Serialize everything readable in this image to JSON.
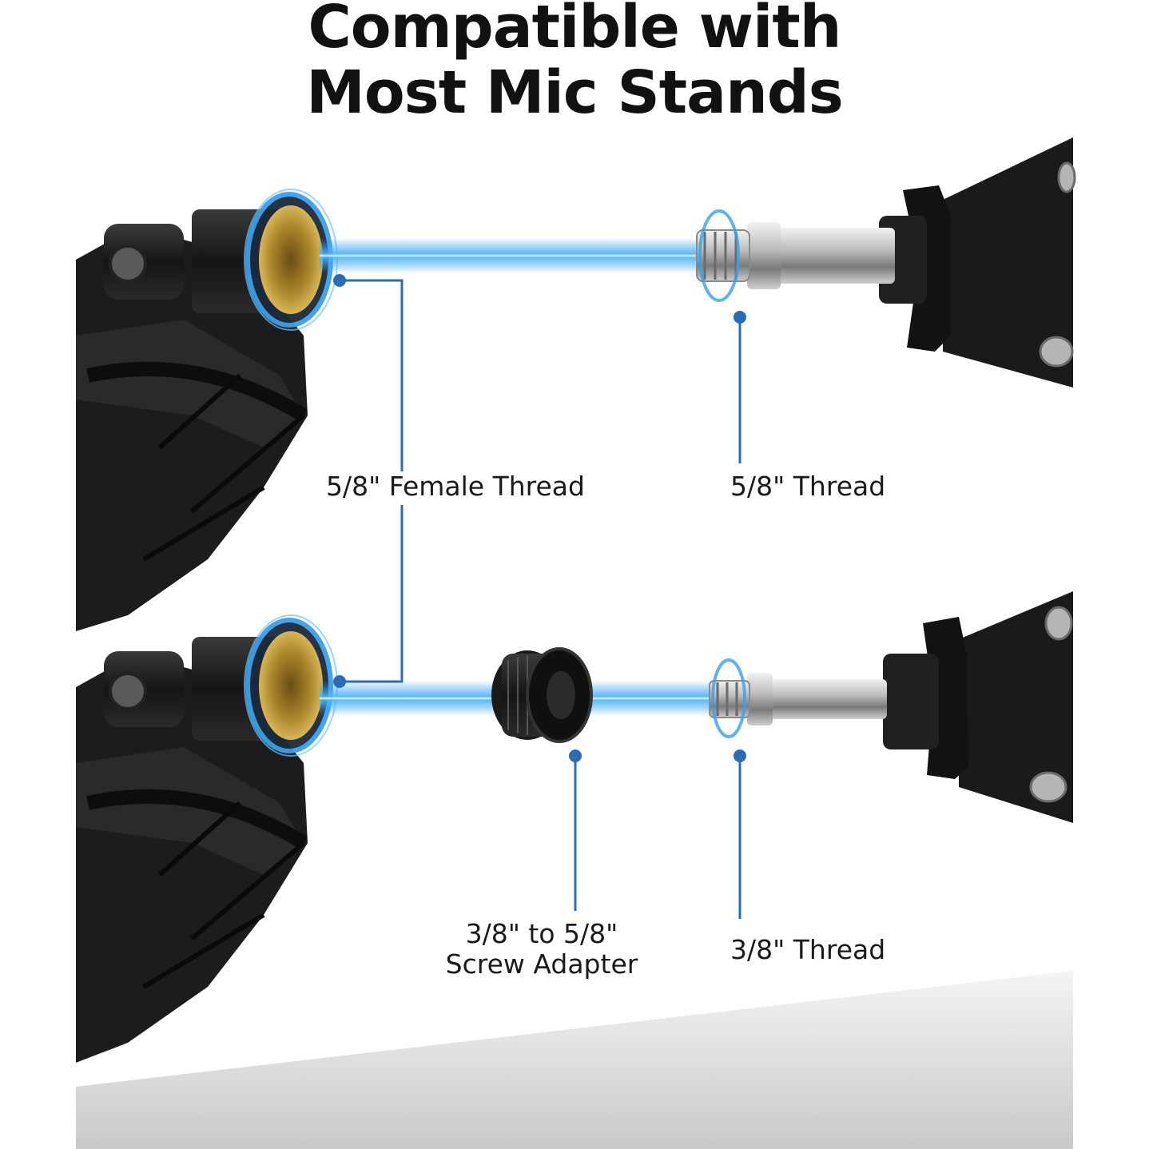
{
  "headline": {
    "line1": "Compatible with",
    "line2": "Most Mic Stands"
  },
  "callouts": {
    "top_left": "5/8\" Female Thread",
    "top_right": "5/8\" Thread",
    "adapter_line1": "3/8\" to 5/8\"",
    "adapter_line2": "Screw Adapter",
    "bottom_right": "3/8\" Thread"
  },
  "colors": {
    "accent_blue": "#2a6db5",
    "beam_blue": "#3aa0ea",
    "thread_gold": "#a8842a"
  }
}
